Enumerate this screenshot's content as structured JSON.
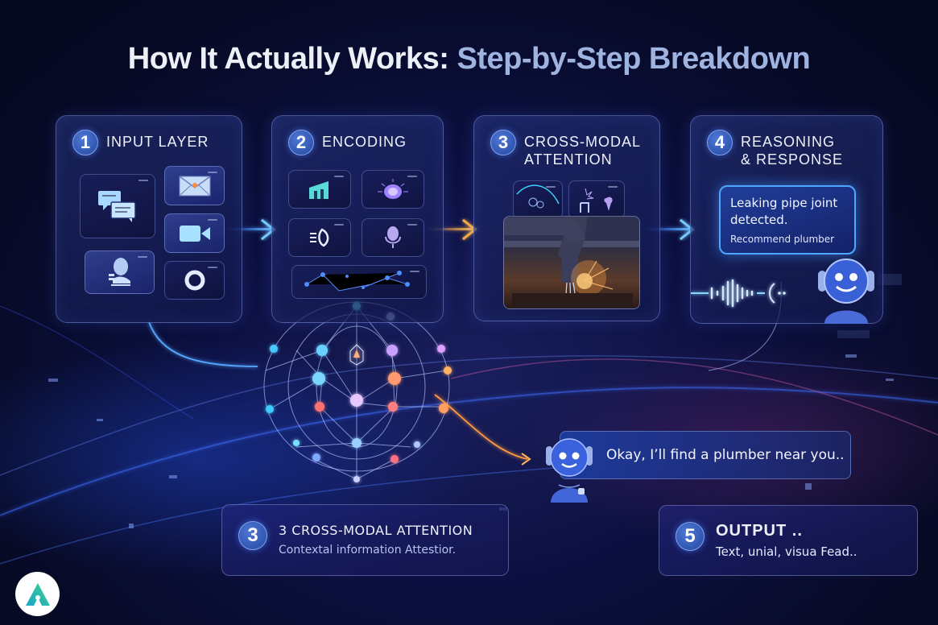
{
  "title": {
    "part1": "How It Actually Works:",
    "part2": "Step-by-Step Breakdown"
  },
  "colors": {
    "background": "#0a0e33",
    "title_primary": "#eef0f7",
    "title_accent": "#9fb3e0",
    "badge": "#2f5bbd",
    "arrow_blue": "#4fb0ff",
    "arrow_orange": "#ffaa40",
    "bubble_border": "#4fa6ff"
  },
  "steps": [
    {
      "number": "1",
      "title": "INPUT LAYER",
      "icons": [
        "chat-bubbles-icon",
        "email-icon",
        "video-camera-icon",
        "person-speaker-icon",
        "ring-icon"
      ]
    },
    {
      "number": "2",
      "title": "ENCODING",
      "icons": [
        "building-chart-icon",
        "glowing-brain-icon",
        "sound-wave-icon",
        "microphone-icon",
        "network-graph-icon"
      ]
    },
    {
      "number": "3",
      "title": "CROSS-MODAL\nATTENTION",
      "icons": [
        "attention-map-icon",
        "sparkle-icon",
        "leaking-pipe-image"
      ]
    },
    {
      "number": "4",
      "title": "REASONING\n& RESPONSE",
      "bubble": {
        "line1": "Leaking pipe joint detected.",
        "line2": "Recommend plumber"
      },
      "icons": [
        "audio-waveform-icon",
        "robot-assistant-icon"
      ]
    }
  ],
  "chat": {
    "message": "Okay, I’ll find a plumber near you.."
  },
  "bottom_cards": [
    {
      "number": "3",
      "title": "3 CROSS-MODAL ATTENTION",
      "subtitle": "Contextal information Attestior."
    },
    {
      "number": "5",
      "title": "OUTPUT ..",
      "subtitle": "Text, unial, visua Fead.."
    }
  ],
  "logo": {
    "icon": "a-logo-icon"
  }
}
